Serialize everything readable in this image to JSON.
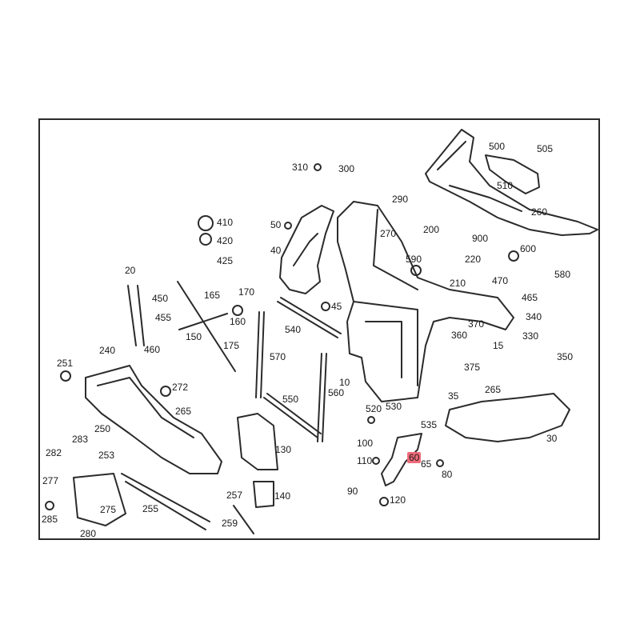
{
  "diagram": {
    "callouts": [
      "310",
      "300",
      "290",
      "500",
      "505",
      "510",
      "260",
      "410",
      "420",
      "425",
      "50",
      "40",
      "270",
      "200",
      "900",
      "600",
      "590",
      "220",
      "210",
      "580",
      "470",
      "465",
      "20",
      "450",
      "455",
      "165",
      "170",
      "160",
      "45",
      "540",
      "150",
      "370",
      "340",
      "360",
      "330",
      "15",
      "175",
      "460",
      "240",
      "251",
      "272",
      "570",
      "10",
      "375",
      "265",
      "350",
      "265",
      "550",
      "560",
      "520",
      "530",
      "35",
      "535",
      "30",
      "250",
      "283",
      "282",
      "253",
      "277",
      "275",
      "255",
      "285",
      "280",
      "130",
      "257",
      "140",
      "259",
      "100",
      "110",
      "60",
      "65",
      "80",
      "90",
      "120"
    ],
    "highlighted_callout": "60"
  }
}
